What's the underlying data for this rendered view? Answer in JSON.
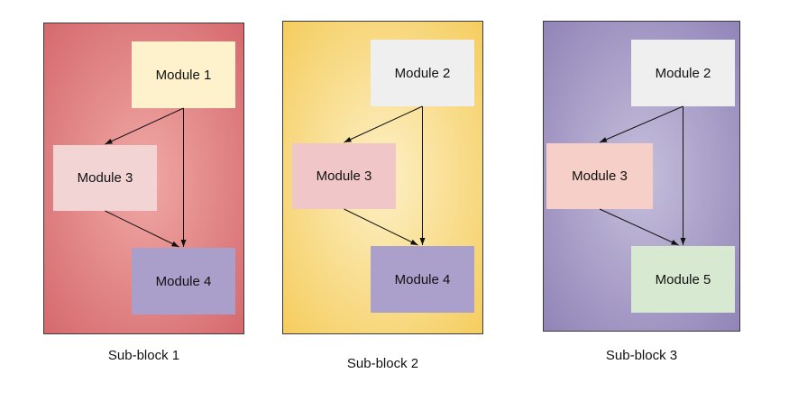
{
  "diagram": {
    "text_color": "#111111",
    "arrow_color": "#111111",
    "panel_border": "#3c3c3c",
    "panels": [
      {
        "label": "Sub-block 1",
        "bg_center": "#f0a9a5",
        "bg_edge": "#d5696e",
        "modules": [
          {
            "id": "module-1",
            "label": "Module 1",
            "fill": "#fdf2cc"
          },
          {
            "id": "module-3",
            "label": "Module 3",
            "fill": "#f2d4d4"
          },
          {
            "id": "module-4",
            "label": "Module 4",
            "fill": "#aa9ecb"
          }
        ],
        "edges": [
          {
            "from": "module-1",
            "to": "module-3"
          },
          {
            "from": "module-1",
            "to": "module-4"
          },
          {
            "from": "module-3",
            "to": "module-4"
          }
        ]
      },
      {
        "label": "Sub-block 2",
        "bg_center": "#fdf0c6",
        "bg_edge": "#f5cd5e",
        "modules": [
          {
            "id": "module-2",
            "label": "Module 2",
            "fill": "#efefef"
          },
          {
            "id": "module-3",
            "label": "Module 3",
            "fill": "#f1c6c9"
          },
          {
            "id": "module-4",
            "label": "Module 4",
            "fill": "#ab9fcb"
          }
        ],
        "edges": [
          {
            "from": "module-2",
            "to": "module-3"
          },
          {
            "from": "module-2",
            "to": "module-4"
          },
          {
            "from": "module-3",
            "to": "module-4"
          }
        ]
      },
      {
        "label": "Sub-block 3",
        "bg_center": "#c6bfdb",
        "bg_edge": "#9184b8",
        "modules": [
          {
            "id": "module-2",
            "label": "Module 2",
            "fill": "#efefef"
          },
          {
            "id": "module-3",
            "label": "Module 3",
            "fill": "#f6cfc9"
          },
          {
            "id": "module-5",
            "label": "Module 5",
            "fill": "#d8e9d1"
          }
        ],
        "edges": [
          {
            "from": "module-2",
            "to": "module-3"
          },
          {
            "from": "module-2",
            "to": "module-5"
          },
          {
            "from": "module-3",
            "to": "module-5"
          }
        ]
      }
    ]
  }
}
